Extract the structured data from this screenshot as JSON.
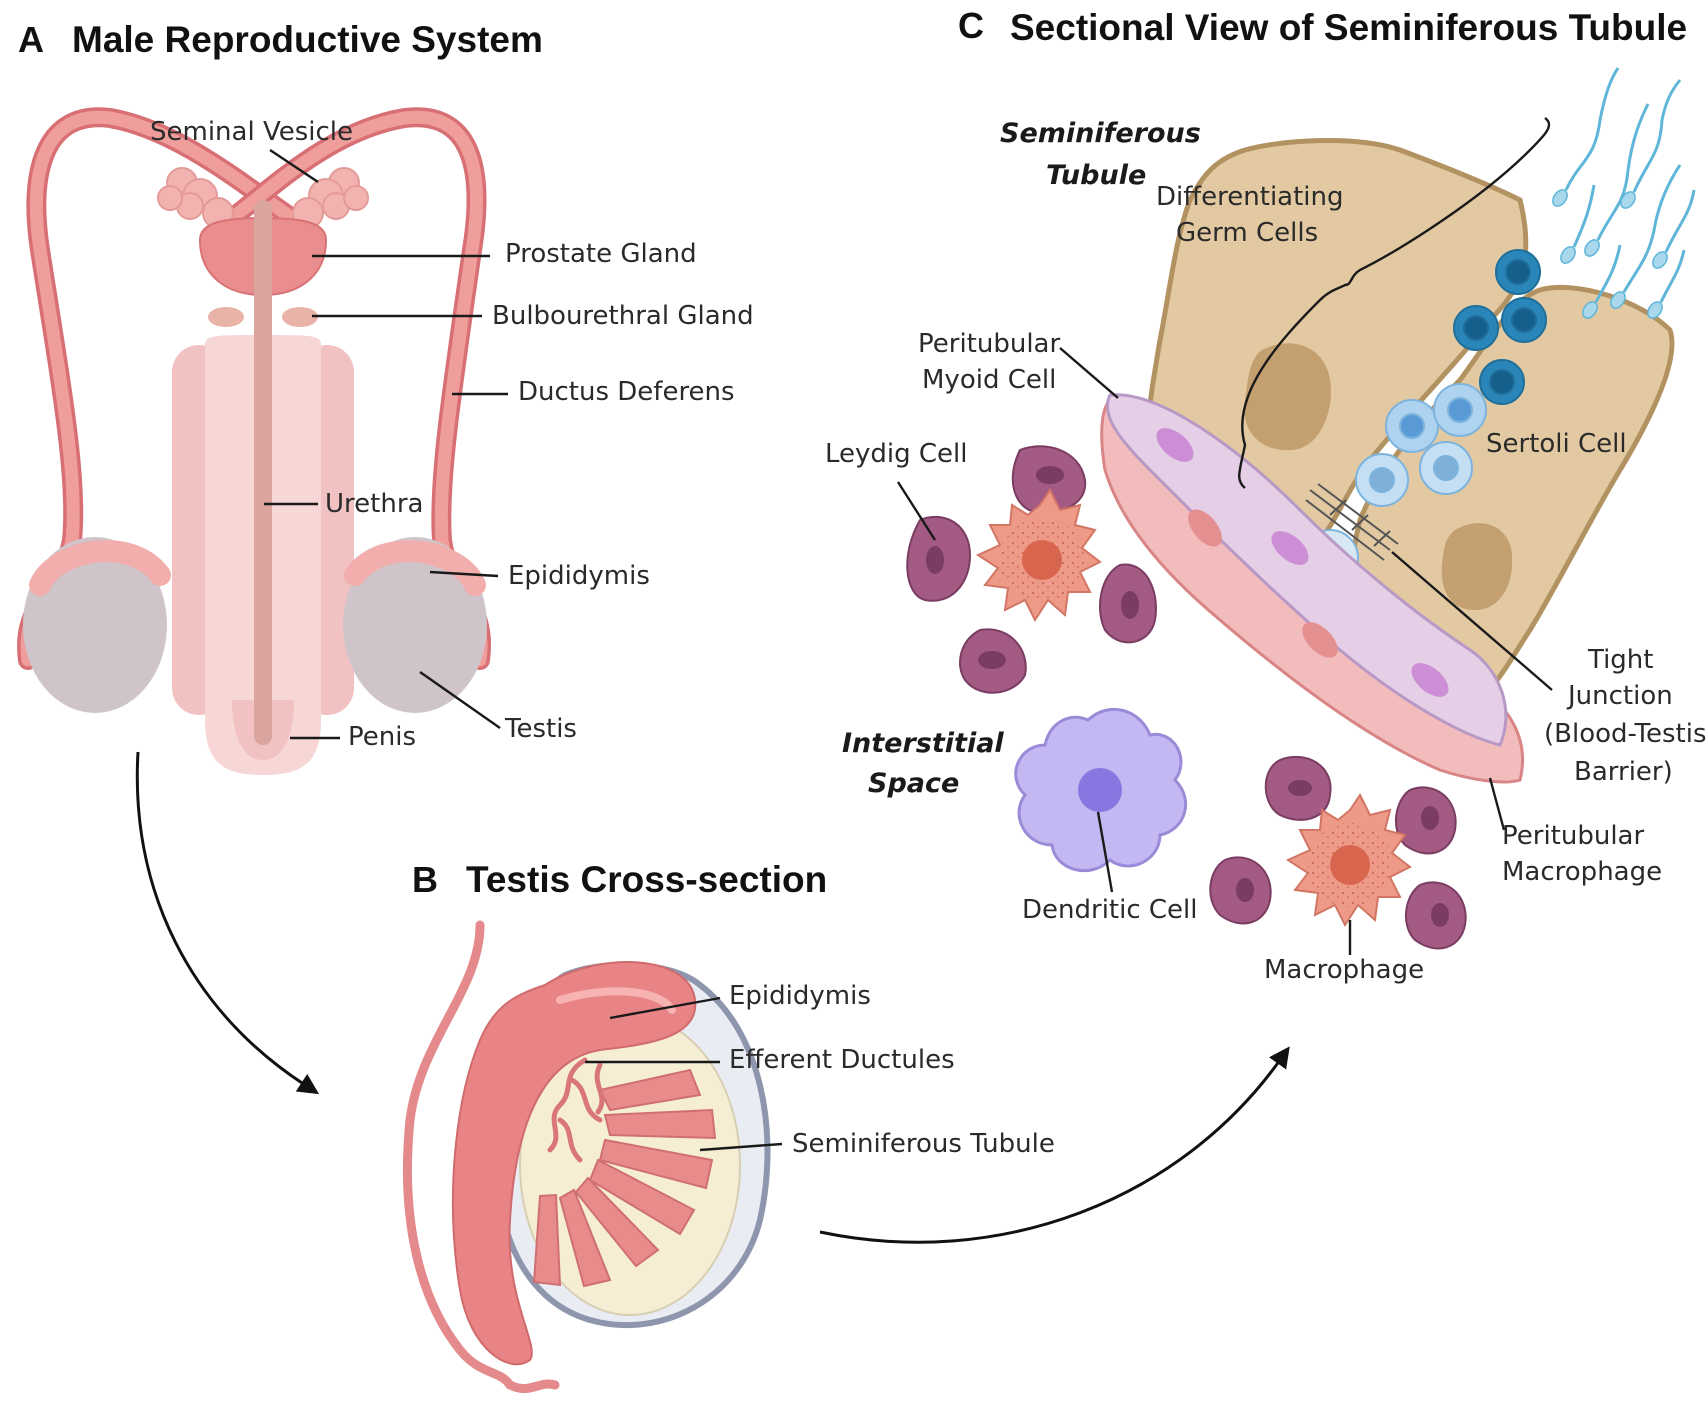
{
  "panels": {
    "a": {
      "letter": "A",
      "title": "Male Reproductive System"
    },
    "b": {
      "letter": "B",
      "title": "Testis Cross-section"
    },
    "c": {
      "letter": "C",
      "title": "Sectional View of Seminiferous Tubule"
    }
  },
  "labels_a": {
    "seminal_vesicle": "Seminal Vesicle",
    "prostate_gland": "Prostate Gland",
    "bulbourethral_gland": "Bulbourethral Gland",
    "ductus_deferens": "Ductus Deferens",
    "urethra": "Urethra",
    "epididymis": "Epididymis",
    "penis": "Penis",
    "testis": "Testis"
  },
  "labels_b": {
    "epididymis": "Epididymis",
    "efferent_ductules": "Efferent Ductules",
    "seminiferous_tubule": "Seminiferous Tubule"
  },
  "labels_c": {
    "seminiferous_tubule_l1": "Seminiferous",
    "seminiferous_tubule_l2": "Tubule",
    "differentiating_germ_cells_l1": "Differentiating",
    "differentiating_germ_cells_l2": "Germ Cells",
    "peritubular_myoid_cell_l1": "Peritubular",
    "peritubular_myoid_cell_l2": "Myoid Cell",
    "leydig_cell": "Leydig Cell",
    "sertoli_cell": "Sertoli Cell",
    "tight_junction_l1": "Tight",
    "tight_junction_l2": "Junction",
    "tight_junction_l3": "(Blood-Testis",
    "tight_junction_l4": "Barrier)",
    "interstitial_space_l1": "Interstitial",
    "interstitial_space_l2": "Space",
    "dendritic_cell": "Dendritic Cell",
    "peritubular_macrophage_l1": "Peritubular",
    "peritubular_macrophage_l2": "Macrophage",
    "macrophage": "Macrophage"
  },
  "colors": {
    "duct_pink": "#ec8f8f",
    "tissue_light_pink": "#f6c9c9",
    "testis_gray": "#cdc3c8",
    "sertoli_tan": "#e2c9a2",
    "sertoli_border": "#b39262",
    "germ_blue_dark": "#2a86b8",
    "germ_blue_light": "#bcdcf2",
    "leydig_salmon": "#ee9a88",
    "purple_cell": "#9c4f79",
    "dendritic_lilac": "#c3b8f2",
    "capsule_gray": "#9aa2b8"
  },
  "icons": [
    "leydig-cell-icon",
    "macrophage-icon",
    "dendritic-cell-icon",
    "sperm-icon"
  ]
}
